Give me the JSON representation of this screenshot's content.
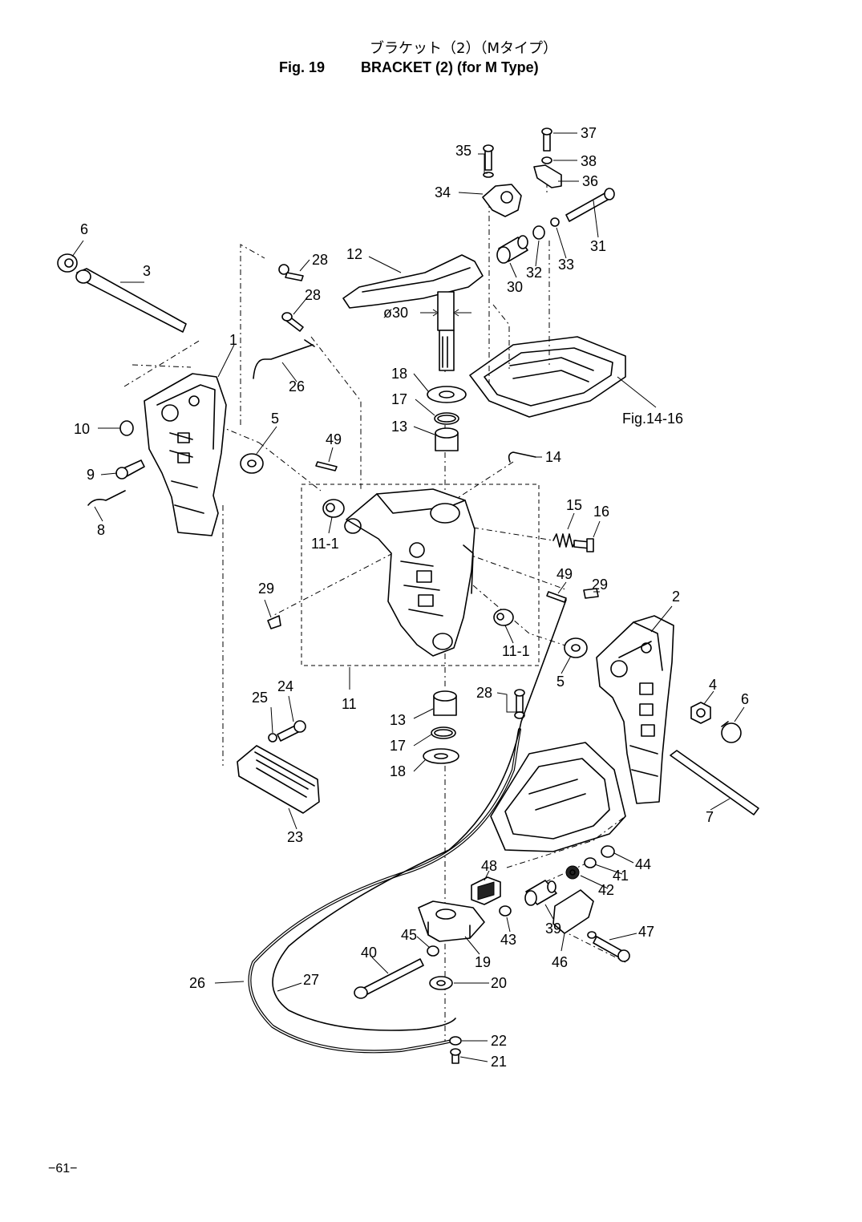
{
  "title": {
    "japanese": "ブラケット（2）（Mタイプ）",
    "fig_number": "Fig. 19",
    "english": "BRACKET (2) (for M Type)"
  },
  "page_number": "−61−",
  "reference_label": "Fig.14-16",
  "dimension_label": "ø30",
  "callouts": {
    "c1": "1",
    "c2": "2",
    "c3": "3",
    "c4": "4",
    "c5a": "5",
    "c5b": "5",
    "c6a": "6",
    "c6b": "6",
    "c7": "7",
    "c8": "8",
    "c9": "9",
    "c10": "10",
    "c11": "11",
    "c11_1a": "11-1",
    "c11_1b": "11-1",
    "c12": "12",
    "c13a": "13",
    "c13b": "13",
    "c14": "14",
    "c15": "15",
    "c16": "16",
    "c17a": "17",
    "c17b": "17",
    "c18a": "18",
    "c18b": "18",
    "c19": "19",
    "c20": "20",
    "c21": "21",
    "c22": "22",
    "c23": "23",
    "c24": "24",
    "c25": "25",
    "c26a": "26",
    "c26b": "26",
    "c27": "27",
    "c28a": "28",
    "c28b": "28",
    "c28c": "28",
    "c29a": "29",
    "c29b": "29",
    "c30": "30",
    "c31": "31",
    "c32": "32",
    "c33": "33",
    "c34": "34",
    "c35": "35",
    "c36": "36",
    "c37": "37",
    "c38": "38",
    "c39": "39",
    "c40": "40",
    "c41": "41",
    "c42": "42",
    "c43": "43",
    "c44": "44",
    "c45": "45",
    "c46": "46",
    "c47": "47",
    "c48": "48",
    "c49a": "49",
    "c49b": "49"
  }
}
